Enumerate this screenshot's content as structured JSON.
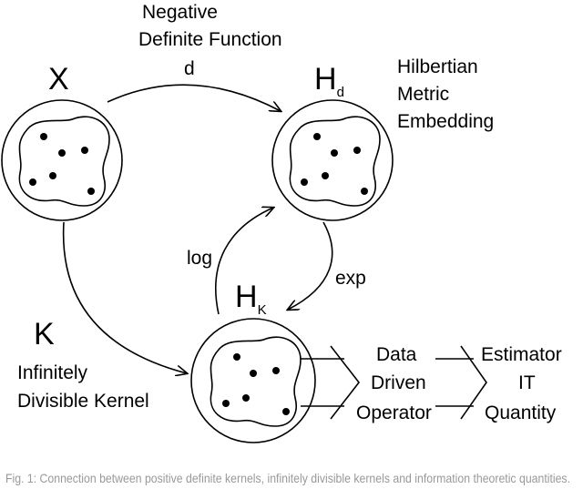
{
  "labels": {
    "negative_definite_line1": "Negative",
    "negative_definite_line2": "Definite Function",
    "d": "d",
    "x": "X",
    "h_main": "H",
    "h_d_sub": "d",
    "h_k_sub": "K",
    "hilbertian_line1": "Hilbertian",
    "hilbertian_line2": "Metric",
    "hilbertian_line3": "Embedding",
    "log": "log",
    "exp": "exp",
    "k": "K",
    "infinitely_line1": "Infinitely",
    "infinitely_line2": "Divisible Kernel",
    "data_line1": "Data",
    "data_line2": "Driven",
    "data_line3": "Operator",
    "estimator_line1": "Estimator",
    "estimator_line2": "IT",
    "estimator_line3": "Quantity"
  },
  "caption": "Fig. 1: Connection between positive definite kernels, infinitely divisible kernels and information theoretic quantities."
}
